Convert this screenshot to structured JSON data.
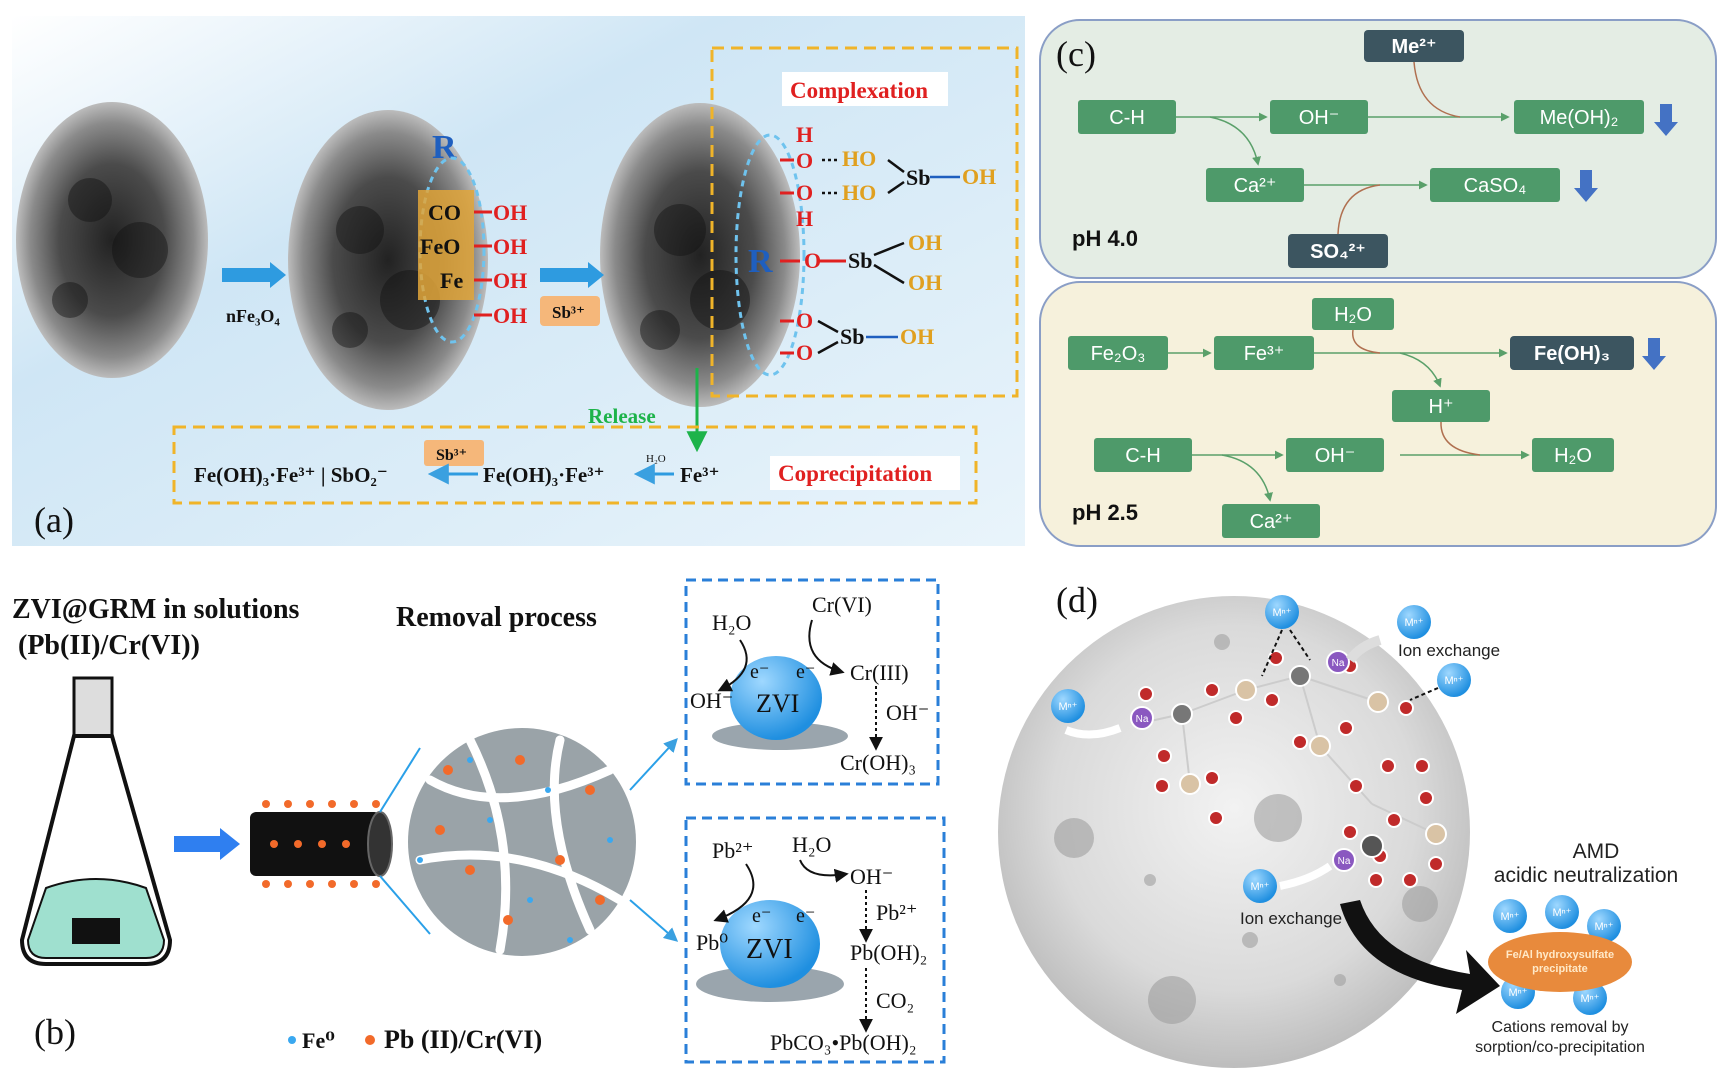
{
  "panel_a": {
    "label": "(a)",
    "nfe3o4": "nFe₃O₄",
    "r1": "R",
    "r2": "R",
    "groups": [
      "CO",
      "FeO",
      "Fe"
    ],
    "oh": "OH",
    "o_minus": "O",
    "sb3_arrow": "Sb³⁺",
    "h": "H",
    "ho": "HO",
    "sb": "Sb",
    "complexation": "Complexation",
    "release": "Release",
    "coprecipitation": "Coprecipitation",
    "eq_left": "Fe(OH)₃·Fe³⁺ | SbO₂⁻",
    "eq_mid": "Fe(OH)₃·Fe³⁺",
    "eq_right": "Fe³⁺",
    "eq_h2o": "H₂O",
    "eq_sb3": "Sb³⁺"
  },
  "panel_b": {
    "label": "(b)",
    "title_line1": "ZVI@GRM in solutions",
    "title_line2": "(Pb(II)/Cr(VI))",
    "removal_process": "Removal process",
    "legend_fe": "Fe⁰",
    "legend_pb": "Pb (II)/Cr(VI)",
    "cr_box": {
      "h2o": "H₂O",
      "crvi": "Cr(VI)",
      "e1": "e⁻",
      "e2": "e⁻",
      "zvi": "ZVI",
      "oh": "OH⁻",
      "criii": "Cr(III)",
      "oh2": "OH⁻",
      "croh3": "Cr(OH)₃"
    },
    "pb_box": {
      "pb2": "Pb²⁺",
      "h2o": "H₂O",
      "oh": "OH⁻",
      "e1": "e⁻",
      "e2": "e⁻",
      "zvi": "ZVI",
      "pb0": "Pb⁰",
      "pb2b": "Pb²⁺",
      "pboh2": "Pb(OH)₂",
      "co2": "CO₂",
      "product": "PbCO₃•Pb(OH)₂"
    }
  },
  "panel_c": {
    "label": "(c)",
    "ph40": "pH 4.0",
    "ph25": "pH 2.5",
    "top": {
      "ch": "C-H",
      "oh": "OH⁻",
      "me": "Me²⁺",
      "meoh2": "Me(OH)₂",
      "ca": "Ca²⁺",
      "caso4": "CaSO₄",
      "so4": "SO₄²⁺"
    },
    "bottom": {
      "fe2o3": "Fe₂O₃",
      "fe3": "Fe³⁺",
      "h2o": "H₂O",
      "feoh3": "Fe(OH)₃",
      "h": "H⁺",
      "ch": "C-H",
      "oh": "OH⁻",
      "h2o2": "H₂O",
      "ca": "Ca²⁺"
    },
    "colors": {
      "green": "#4e9a6a",
      "dark": "#3c5560",
      "arrow": "#4472c4"
    }
  },
  "panel_d": {
    "label": "(d)",
    "ion_exchange_1": "Ion exchange",
    "ion_exchange_2": "Ion exchange",
    "amd_line1": "AMD",
    "amd_line2": "acidic neutralization",
    "precipitate_line1": "Fe/Al hydroxysulfate",
    "precipitate_line2": "precipitate",
    "removal_line1": "Cations removal by",
    "removal_line2": "sorption/co-precipitation",
    "mn": "Mⁿ⁺",
    "na": "Na"
  }
}
